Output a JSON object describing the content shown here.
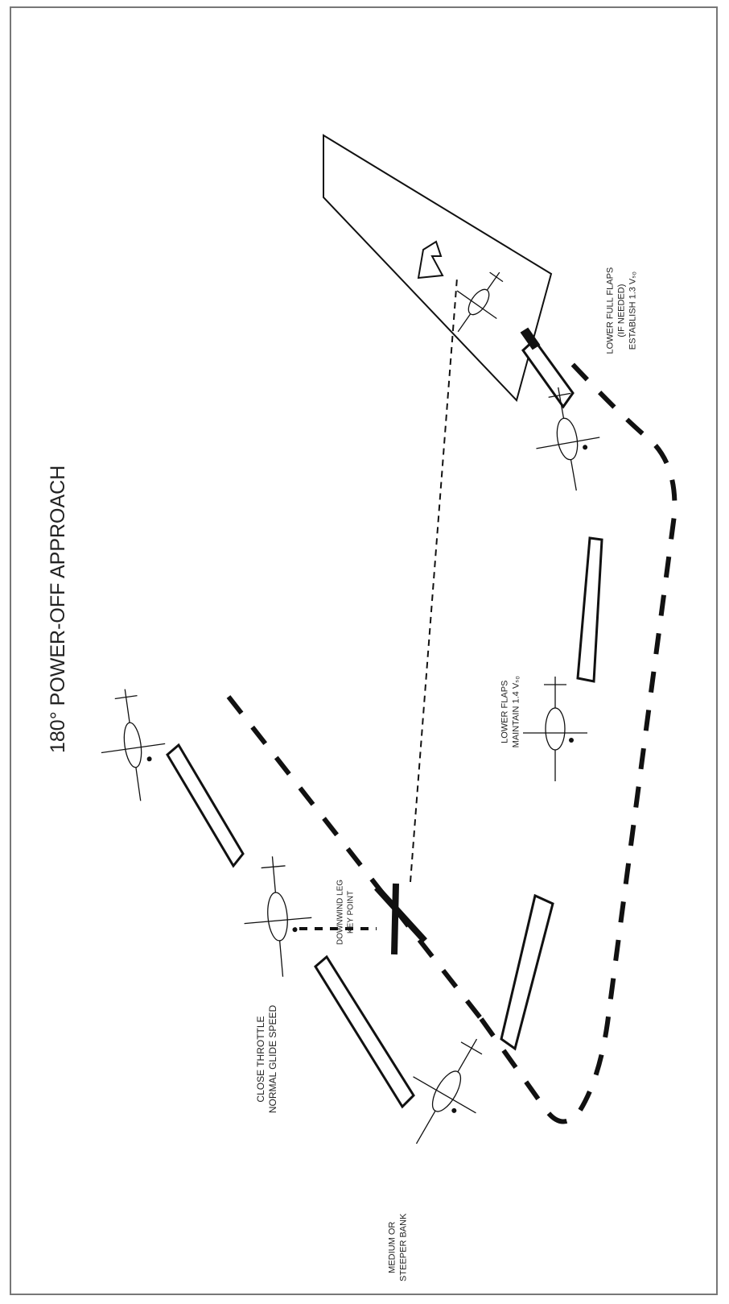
{
  "title": "180° POWER-OFF APPROACH",
  "labels": {
    "close_throttle": [
      "CLOSE THROTTLE",
      "NORMAL GLIDE SPEED"
    ],
    "downwind_key": [
      "DOWNWIND LEG",
      "KEY POINT"
    ],
    "medium_bank": [
      "MEDIUM OR",
      "STEEPER BANK"
    ],
    "lower_flaps": [
      "LOWER FLAPS",
      "MAINTAIN 1.4 Vₛ₀"
    ],
    "lower_full_flaps": [
      "LOWER FULL FLAPS",
      "(IF NEEDED)",
      "ESTABLISH 1.3 Vₛ₀"
    ]
  },
  "colors": {
    "line": "#111111",
    "frame": "#777777",
    "text": "#222222"
  }
}
